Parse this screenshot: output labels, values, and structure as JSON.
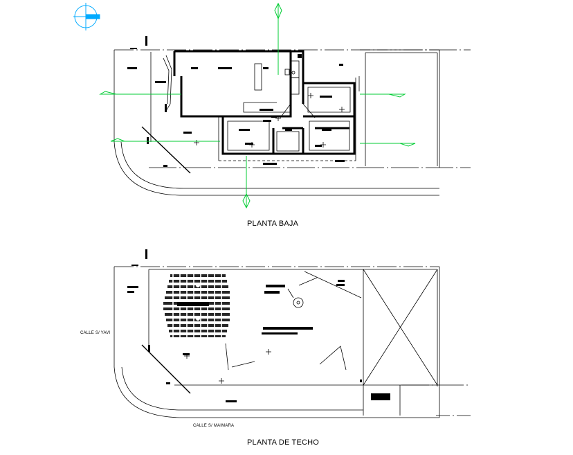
{
  "plans": {
    "ground_floor_title": "PLANTA BAJA",
    "roof_title": "PLANTA DE TECHO"
  },
  "streets": {
    "side_street": "CALLE S/ YAVI",
    "front_street": "CALLE S/ MAIMARA"
  },
  "colors": {
    "line": "#000000",
    "section_marker": "#00cc33",
    "north_arrow": "#00aaff"
  },
  "icons": {
    "north": "north-arrow-icon",
    "section": "section-marker-icon"
  }
}
